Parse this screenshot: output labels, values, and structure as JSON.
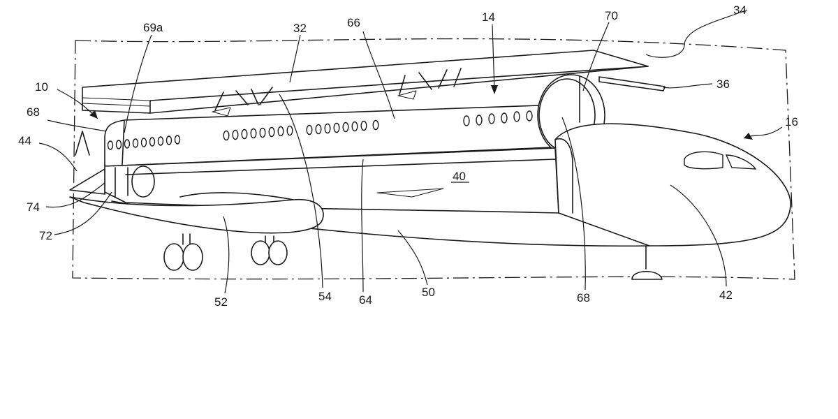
{
  "figure": {
    "reference_numerals": {
      "n34": "34",
      "n69a": "69a",
      "n32": "32",
      "n66": "66",
      "n14": "14",
      "n70": "70",
      "n10": "10",
      "n36": "36",
      "n68_left": "68",
      "n16": "16",
      "n44": "44",
      "n40": "40",
      "n74": "74",
      "n72": "72",
      "n52": "52",
      "n54": "54",
      "n64": "64",
      "n50": "50",
      "n68_bottom": "68",
      "n42": "42"
    }
  }
}
